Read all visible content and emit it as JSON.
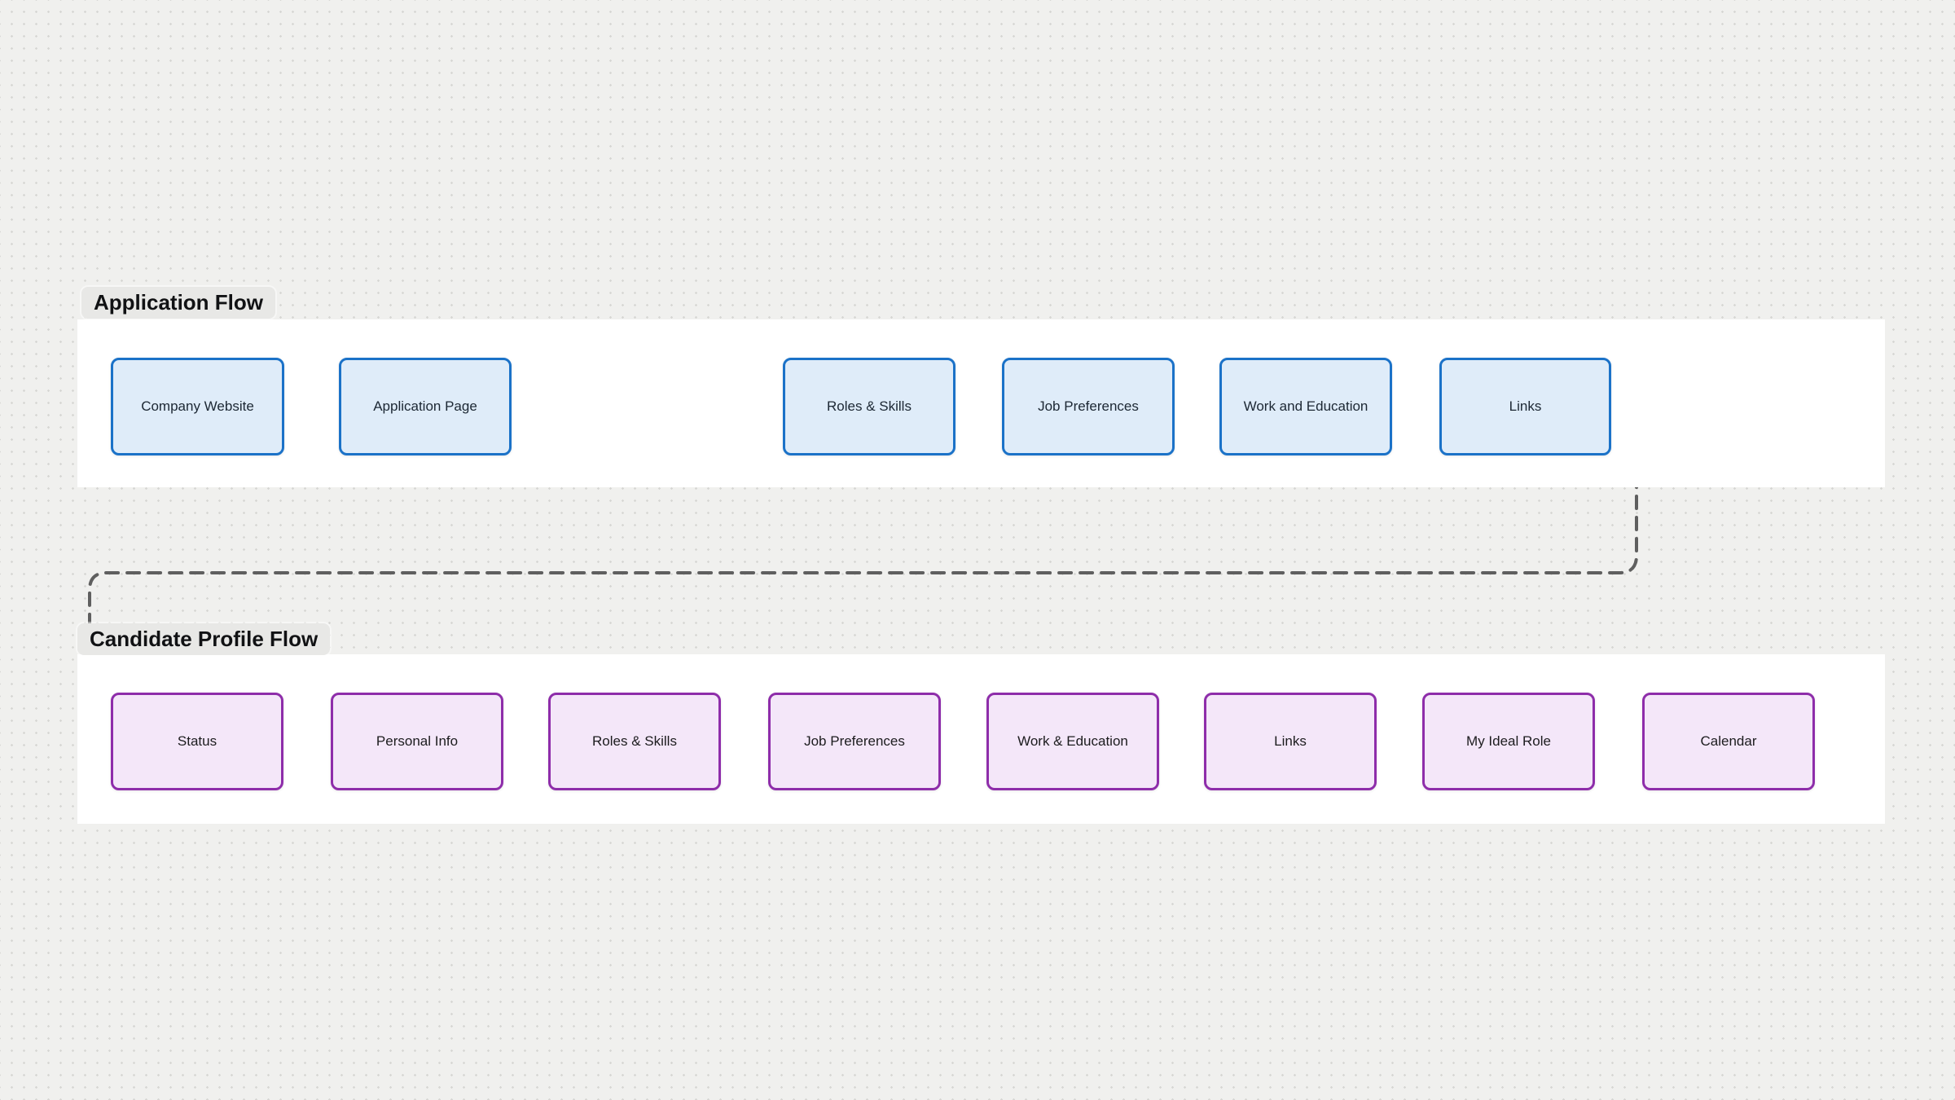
{
  "canvas": {
    "background": "#f0f0ee",
    "dot_color": "#d7d7d4",
    "frame_color": "#ffffff"
  },
  "flows": [
    {
      "id": "application-flow",
      "label": "Application Flow",
      "node_fill": "#dfecf9",
      "node_border": "#1b72c8",
      "arrow_color": "#2f9cf0",
      "text_color": "#1c2733",
      "nodes": [
        {
          "type": "box",
          "label": "Company Website"
        },
        {
          "type": "box",
          "label": "Application Page"
        },
        {
          "type": "decision",
          "label": ""
        },
        {
          "type": "box",
          "label": "Roles & Skills"
        },
        {
          "type": "box",
          "label": "Job Preferences"
        },
        {
          "type": "box",
          "label": "Work and Education"
        },
        {
          "type": "box",
          "label": "Links"
        }
      ]
    },
    {
      "id": "candidate-profile-flow",
      "label": "Candidate Profile Flow",
      "node_fill": "#f4e7f9",
      "node_border": "#8e2daa",
      "arrow_color": "#6e6e6e",
      "text_color": "#1c1c1e",
      "nodes": [
        {
          "type": "box",
          "label": "Status"
        },
        {
          "type": "box",
          "label": "Personal Info"
        },
        {
          "type": "box",
          "label": "Roles & Skills"
        },
        {
          "type": "box",
          "label": "Job Preferences"
        },
        {
          "type": "box",
          "label": "Work & Education"
        },
        {
          "type": "box",
          "label": "Links"
        },
        {
          "type": "box",
          "label": "My Ideal Role"
        },
        {
          "type": "box",
          "label": "Calendar"
        }
      ]
    }
  ],
  "decision_diamond": {
    "fill": "#ffffff",
    "border": "#5a5a5a"
  },
  "connector": {
    "from": "Links (Application Flow)",
    "to": "Status (Candidate Profile Flow)",
    "style": "dashed",
    "color": "#5f5f5f"
  }
}
